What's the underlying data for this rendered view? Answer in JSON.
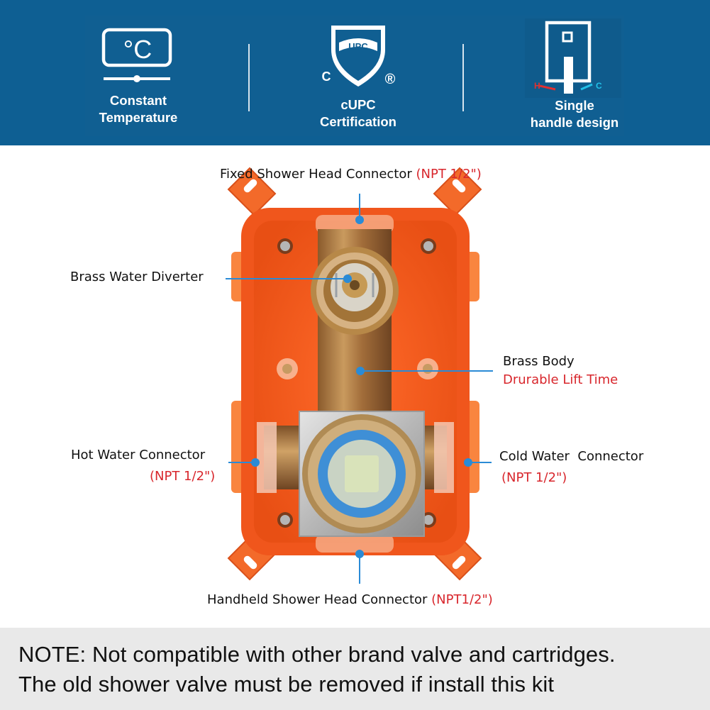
{
  "banner": {
    "features": [
      {
        "icon": "thermometer-celsius-icon",
        "symbol": "°C",
        "label_line1": "Constant",
        "label_line2": "Temperature"
      },
      {
        "icon": "cupc-shield-icon",
        "badge_top": "UPC",
        "badge_c": "C",
        "badge_r": "®",
        "label_line1": "cUPC",
        "label_line2": "Certification"
      },
      {
        "icon": "single-handle-icon",
        "hot_mark": "H",
        "cold_mark": "C",
        "label_line1": "Single",
        "label_line2": "handle design"
      }
    ],
    "colors": {
      "background": "#0e5f93",
      "text": "#ffffff"
    }
  },
  "diagram": {
    "callouts": {
      "fixed_head": {
        "label": "Fixed Shower Head Connector",
        "spec": "(NPT 1/2\")"
      },
      "diverter": {
        "label": "Brass Water Diverter"
      },
      "body": {
        "label": "Brass Body",
        "sub": "Drurable Lift Time"
      },
      "hot": {
        "label": "Hot Water Connector",
        "spec": "(NPT 1/2\")"
      },
      "cold": {
        "label": "Cold Water  Connector",
        "spec": "(NPT 1/2\")"
      },
      "handheld": {
        "label": "Handheld Shower Head Connector",
        "spec": "(NPT1/2\")"
      }
    },
    "colors": {
      "housing": "#f15a1e",
      "leader": "#2a8bd6",
      "spec_red": "#d8262c",
      "brass": "#b8864a"
    }
  },
  "note": {
    "line1": "NOTE: Not compatible with other brand valve and cartridges.",
    "line2": "The old shower valve must be removed if install this kit"
  }
}
